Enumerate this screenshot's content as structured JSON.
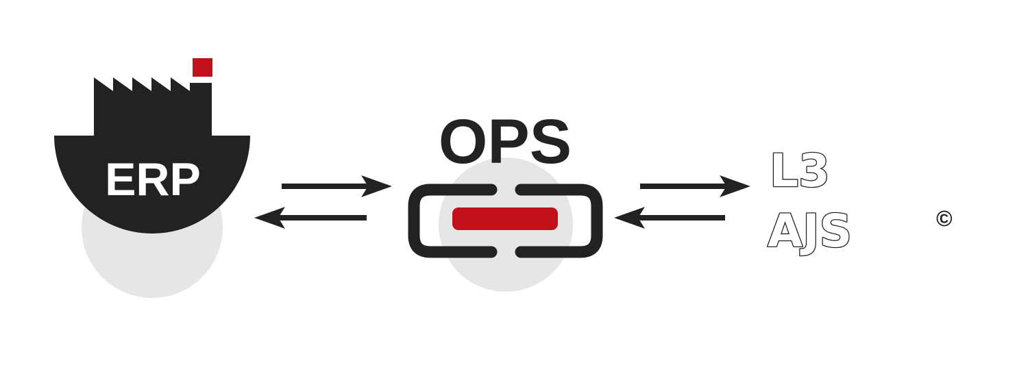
{
  "nodes": {
    "erp": {
      "label": "ERP"
    },
    "ops": {
      "label": "OPS"
    },
    "l3": {
      "line1": "L3",
      "line2": "AJS",
      "copyright": "©"
    }
  },
  "colors": {
    "dark": "#222222",
    "accent_red": "#c0101a",
    "halo_gray": "#e6e6e6",
    "background": "#ffffff"
  },
  "icons": {
    "erp": "factory-icon",
    "ops": "chain-link-icon"
  },
  "connections": [
    {
      "from": "erp",
      "to": "ops",
      "direction": "bidirectional"
    },
    {
      "from": "ops",
      "to": "l3",
      "direction": "bidirectional"
    }
  ]
}
